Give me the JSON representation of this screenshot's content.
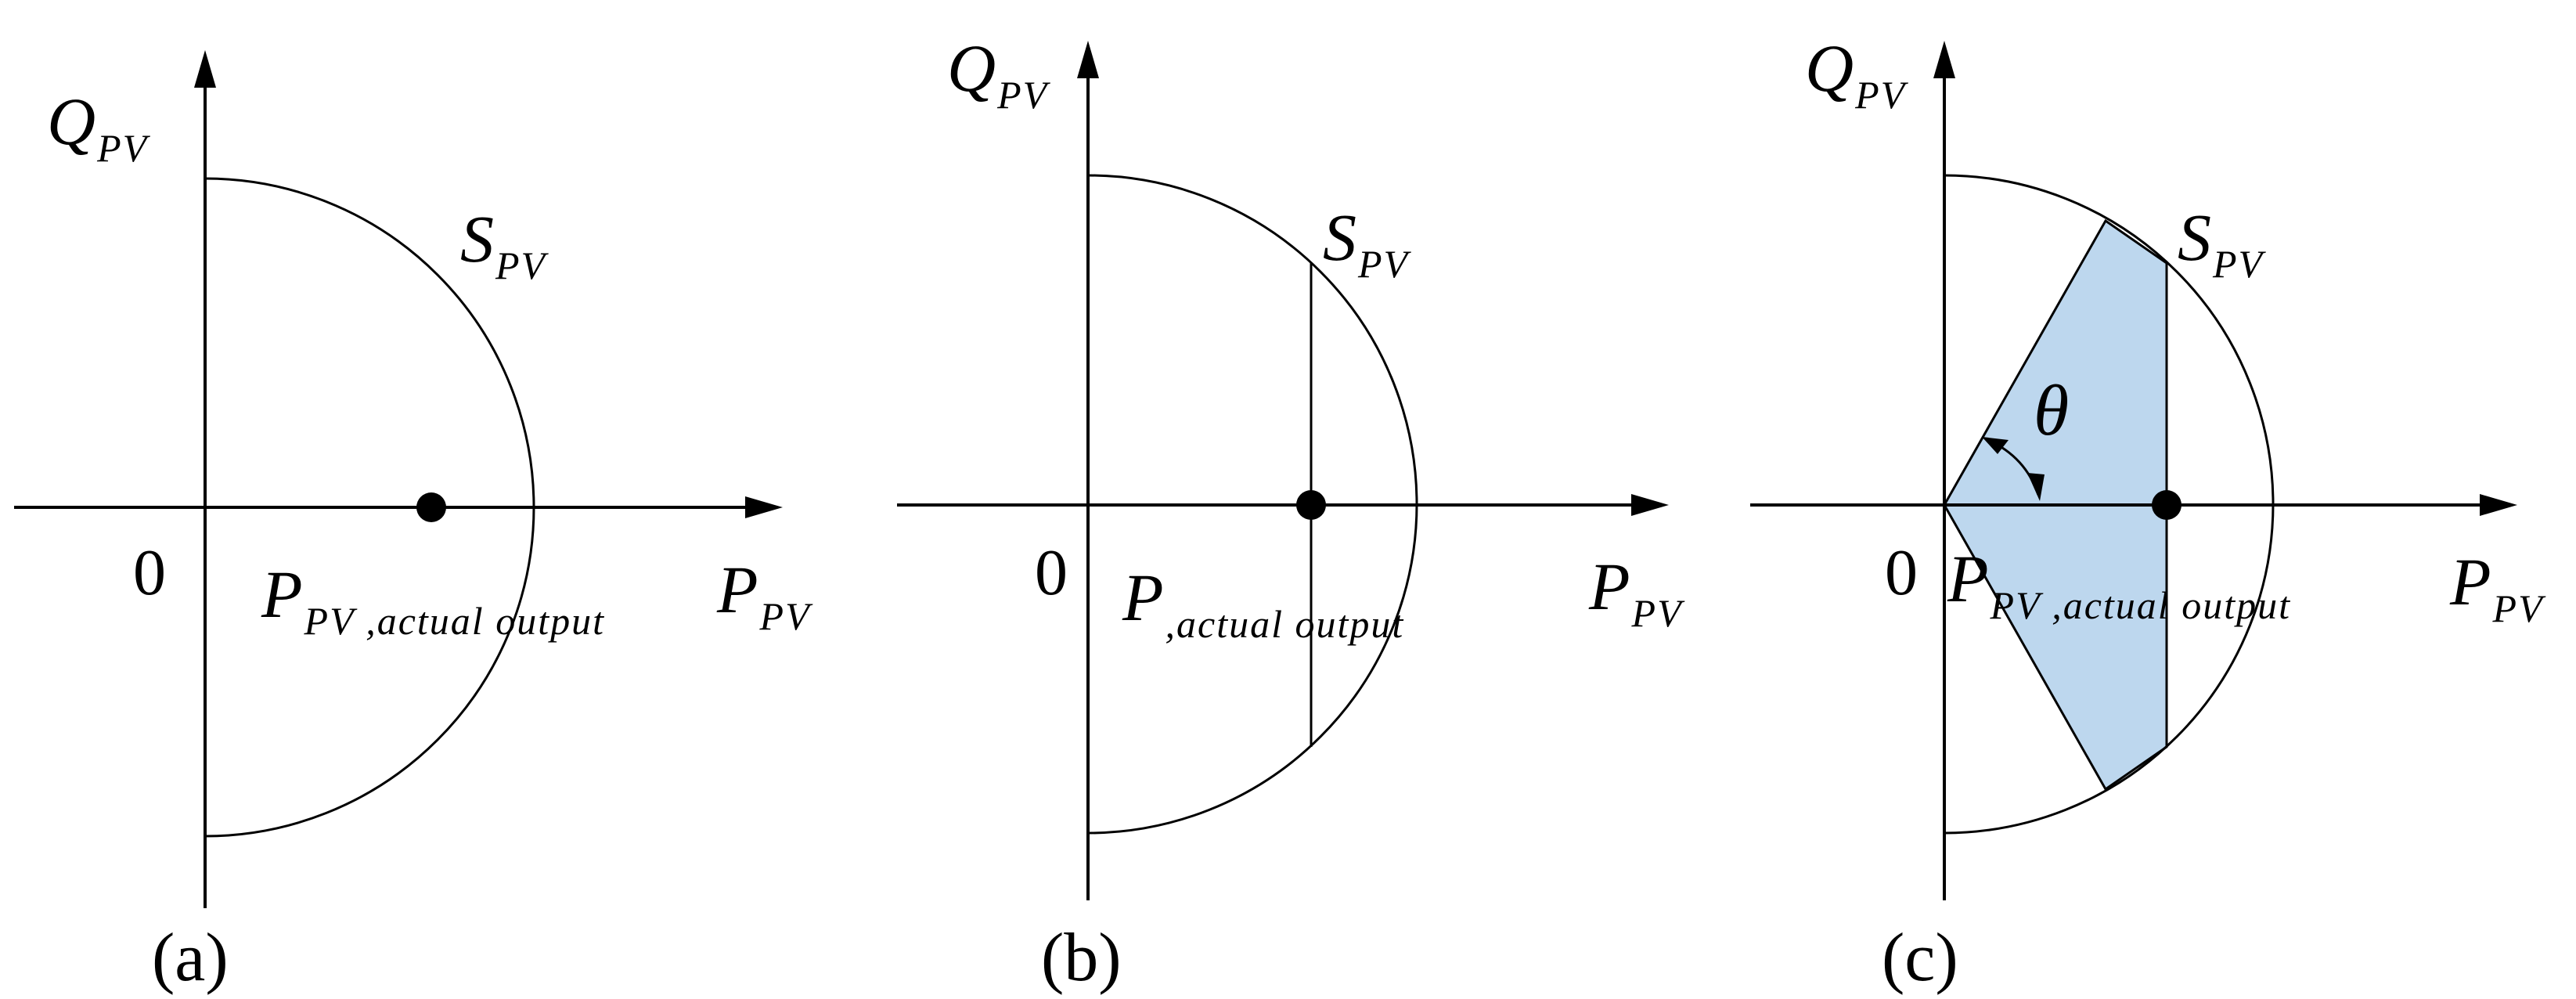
{
  "panels": [
    {
      "id": "a",
      "panel_label": "(a)",
      "q_axis": {
        "symbol": "Q",
        "sub": "PV"
      },
      "p_axis": {
        "symbol": "P",
        "sub": "PV"
      },
      "apparent_power": {
        "symbol": "S",
        "sub": "PV"
      },
      "origin": "0",
      "operating_point": {
        "symbol": "P",
        "sub": "PV ,actual output"
      }
    },
    {
      "id": "b",
      "panel_label": "(b)",
      "q_axis": {
        "symbol": "Q",
        "sub": "PV"
      },
      "p_axis": {
        "symbol": "P",
        "sub": "PV"
      },
      "apparent_power": {
        "symbol": "S",
        "sub": "PV"
      },
      "origin": "0",
      "operating_point": {
        "symbol": "P",
        "sub": ",actual output"
      }
    },
    {
      "id": "c",
      "panel_label": "(c)",
      "q_axis": {
        "symbol": "Q",
        "sub": "PV"
      },
      "p_axis": {
        "symbol": "P",
        "sub": "PV"
      },
      "apparent_power": {
        "symbol": "S",
        "sub": "PV"
      },
      "origin": "0",
      "operating_point": {
        "symbol": "P",
        "sub": "PV ,actual output"
      },
      "angle": "θ",
      "region_color": "#bdd7ee"
    }
  ]
}
